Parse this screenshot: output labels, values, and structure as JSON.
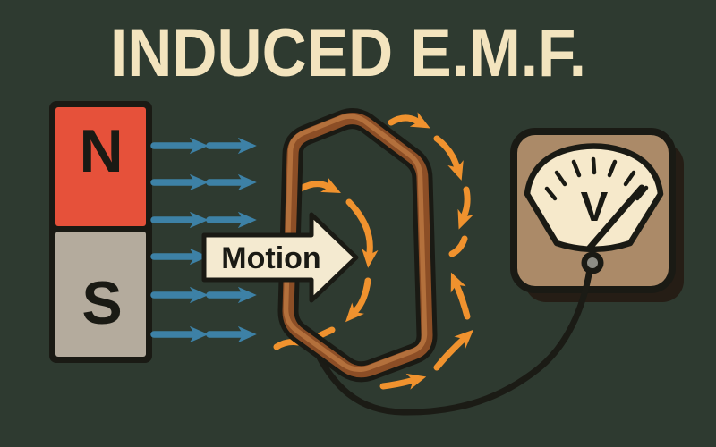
{
  "title": "INDUCED E.M.F.",
  "magnet": {
    "north_label": "N",
    "south_label": "S"
  },
  "motion_arrow": {
    "label": "Motion"
  },
  "voltmeter": {
    "label": "V"
  },
  "colors": {
    "background": "#2e3a30",
    "title_text": "#f3e4be",
    "outline": "#1a1a14",
    "magnet_north_red": "#e6513a",
    "magnet_south_gray": "#b4ab9d",
    "field_arrow_blue": "#3d81a6",
    "induced_arrow_orange": "#f0922e",
    "coil_copper_dark": "#8c4e26",
    "coil_copper_light": "#b3703c",
    "motion_arrow_cream": "#f4ead0",
    "meter_body_tan": "#ab8a68",
    "meter_dial_cream": "#f6e9cb",
    "meter_shadow": "#251d15",
    "wire_black": "#1b1b15",
    "terminal_gray": "#8d8d85"
  }
}
